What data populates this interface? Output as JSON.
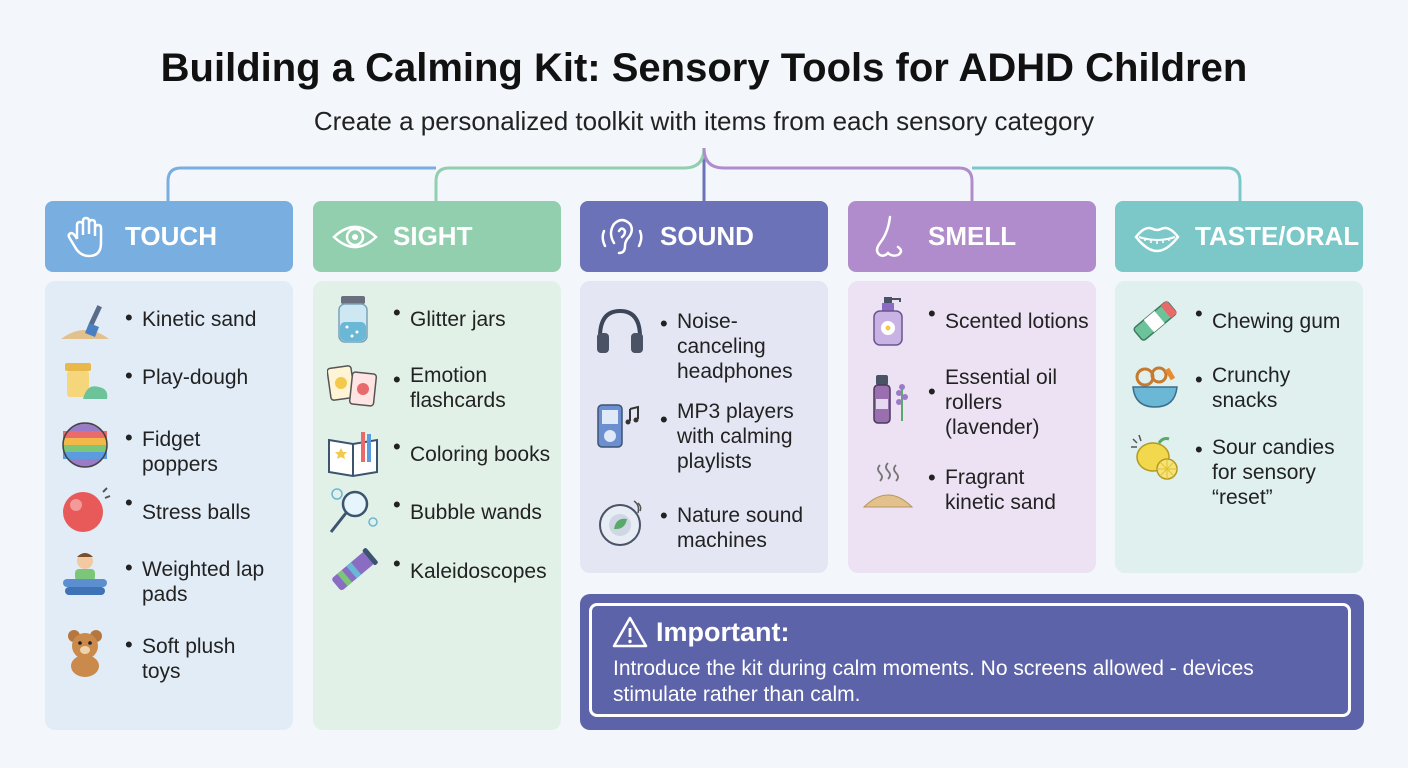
{
  "title": "Building a Calming Kit: Sensory Tools for ADHD Children",
  "subtitle": "Create a personalized toolkit with items from each sensory category",
  "colors": {
    "touch": "#79aee0",
    "sight": "#92cfae",
    "sound": "#6b72b7",
    "smell": "#b18ccc",
    "taste": "#7cc8c8",
    "important": "#5d63a8"
  },
  "categories": [
    {
      "label": "TOUCH",
      "icon": "hand-icon",
      "items": [
        {
          "text": "Kinetic sand",
          "icon": "sand-shovel-icon"
        },
        {
          "text": "Play-dough",
          "icon": "play-dough-icon"
        },
        {
          "text": "Fidget\npoppers",
          "icon": "fidget-popper-icon"
        },
        {
          "text": "Stress balls",
          "icon": "stress-ball-icon"
        },
        {
          "text": "Weighted lap\npads",
          "icon": "weighted-pad-icon"
        },
        {
          "text": "Soft plush\ntoys",
          "icon": "teddy-bear-icon"
        }
      ]
    },
    {
      "label": "SIGHT",
      "icon": "eye-icon",
      "items": [
        {
          "text": "Glitter jars",
          "icon": "glitter-jar-icon"
        },
        {
          "text": "Emotion\nflashcards",
          "icon": "flashcards-icon"
        },
        {
          "text": "Coloring books",
          "icon": "coloring-book-icon"
        },
        {
          "text": "Bubble wands",
          "icon": "bubble-wand-icon"
        },
        {
          "text": "Kaleidoscopes",
          "icon": "kaleidoscope-icon"
        }
      ]
    },
    {
      "label": "SOUND",
      "icon": "ear-icon",
      "items": [
        {
          "text": "Noise-\ncanceling\nheadphones",
          "icon": "headphones-icon"
        },
        {
          "text": "MP3 players\nwith calming\nplaylists",
          "icon": "mp3-player-icon"
        },
        {
          "text": "Nature sound\nmachines",
          "icon": "sound-machine-icon"
        }
      ]
    },
    {
      "label": "SMELL",
      "icon": "nose-icon",
      "items": [
        {
          "text": "Scented lotions",
          "icon": "lotion-bottle-icon"
        },
        {
          "text": "Essential oil\nrollers\n(lavender)",
          "icon": "oil-roller-icon"
        },
        {
          "text": "Fragrant\nkinetic sand",
          "icon": "fragrant-sand-icon"
        }
      ]
    },
    {
      "label": "TASTE/ORAL",
      "icon": "lips-icon",
      "items": [
        {
          "text": "Chewing gum",
          "icon": "gum-icon"
        },
        {
          "text": "Crunchy\nsnacks",
          "icon": "snack-bowl-icon"
        },
        {
          "text": "Sour candies\nfor sensory\n“reset”",
          "icon": "lemon-icon"
        }
      ]
    }
  ],
  "important": {
    "heading": "Important:",
    "text": "Introduce the kit during calm moments. No screens allowed - devices stimulate rather than calm."
  }
}
